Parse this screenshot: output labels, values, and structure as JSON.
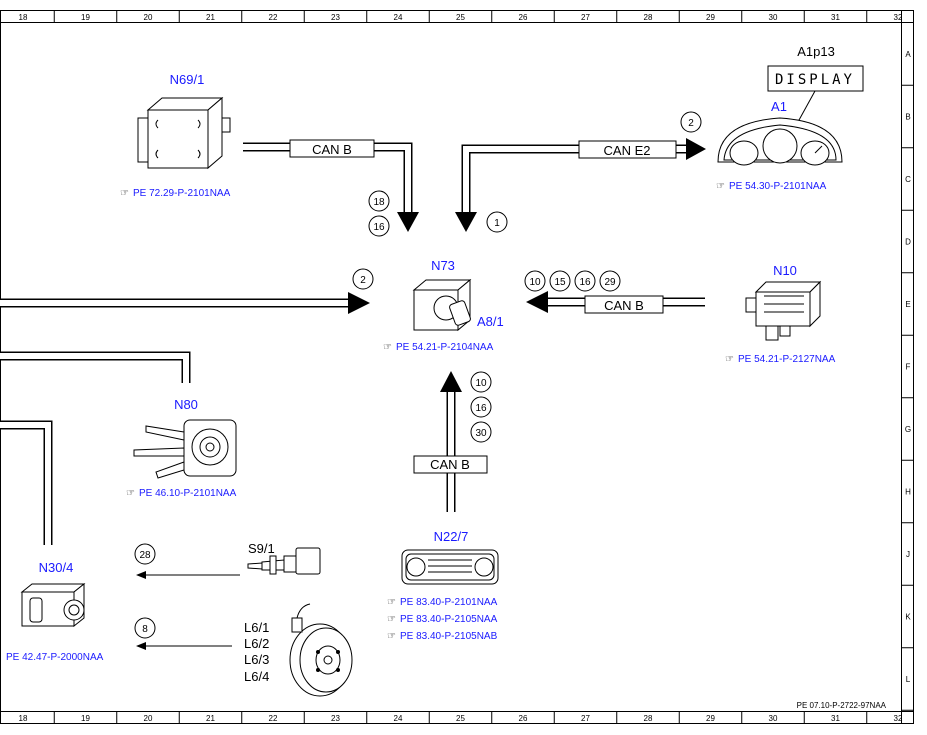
{
  "grid": {
    "columns": [
      "18",
      "19",
      "20",
      "21",
      "22",
      "23",
      "24",
      "25",
      "26",
      "27",
      "28",
      "29",
      "30",
      "31",
      "32"
    ],
    "rows": [
      "A",
      "B",
      "C",
      "D",
      "E",
      "F",
      "G",
      "H",
      "J",
      "K",
      "L"
    ]
  },
  "doc_ref": "PE 07.10-P-2722-97NAA",
  "components": {
    "n69_1": {
      "label": "N69/1",
      "ref": "PE 72.29-P-2101NAA"
    },
    "a1": {
      "label": "A1",
      "ref": "PE 54.30-P-2101NAA",
      "display_label": "A1p13",
      "display_text": "DISPLAY"
    },
    "n73": {
      "label": "N73",
      "sub": "A8/1",
      "ref": "PE 54.21-P-2104NAA"
    },
    "n10": {
      "label": "N10",
      "ref": "PE 54.21-P-2127NAA"
    },
    "n80": {
      "label": "N80",
      "ref": "PE 46.10-P-2101NAA"
    },
    "n22_7": {
      "label": "N22/7",
      "refs": [
        "PE 83.40-P-2101NAA",
        "PE 83.40-P-2105NAA",
        "PE 83.40-P-2105NAB"
      ]
    },
    "n30_4": {
      "label": "N30/4",
      "ref": "PE 42.47-P-2000NAA"
    },
    "s9_1": {
      "label": "S9/1"
    },
    "l6": {
      "labels": [
        "L6/1",
        "L6/2",
        "L6/3",
        "L6/4"
      ]
    }
  },
  "buses": {
    "can_b_top": "CAN B",
    "can_e2": "CAN E2",
    "can_b_right": "CAN B",
    "can_b_bottom": "CAN B"
  },
  "circles": {
    "c18": "18",
    "c16a": "16",
    "c1": "1",
    "c2_top": "2",
    "c2_mid": "2",
    "c10a": "10",
    "c15": "15",
    "c16b": "16",
    "c29": "29",
    "c10b": "10",
    "c16c": "16",
    "c30": "30",
    "c28": "28",
    "c8": "8"
  },
  "ref_icon": "☞"
}
